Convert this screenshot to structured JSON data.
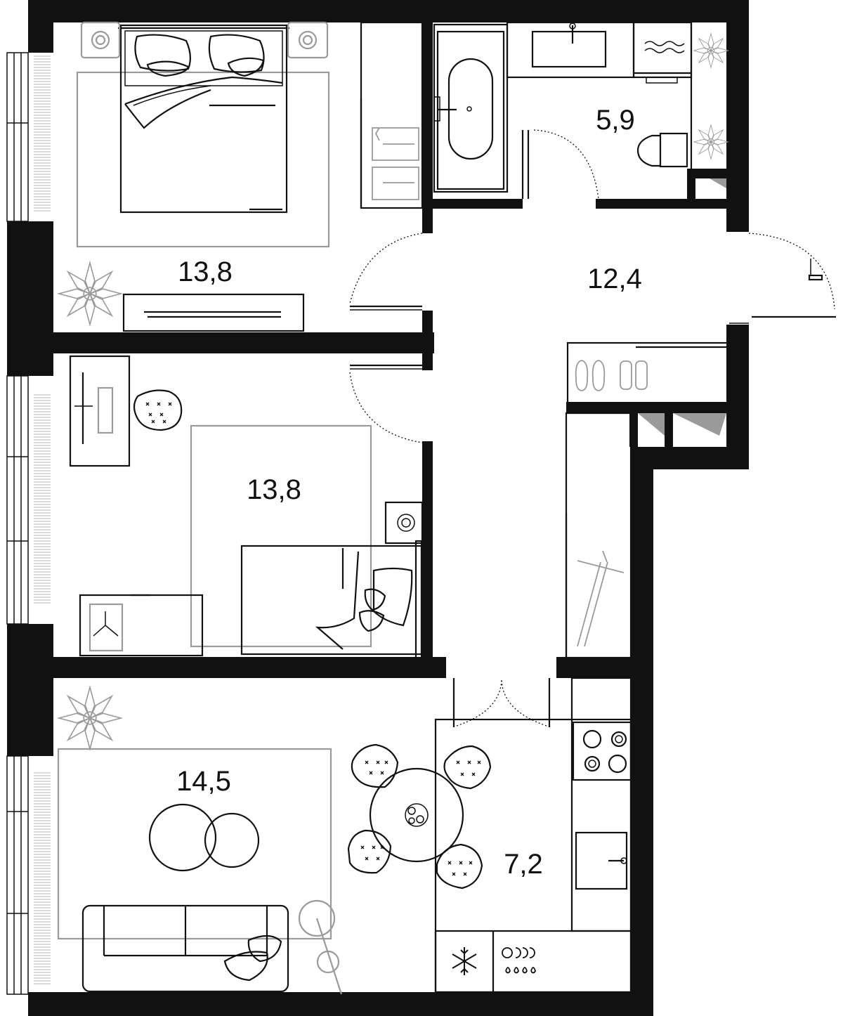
{
  "rooms": [
    {
      "id": "bedroom_1",
      "area": "13,8"
    },
    {
      "id": "bedroom_2",
      "area": "13,8"
    },
    {
      "id": "living_room",
      "area": "14,5"
    },
    {
      "id": "bathroom",
      "area": "5,9"
    },
    {
      "id": "hallway",
      "area": "12,4"
    },
    {
      "id": "kitchen",
      "area": "7,2"
    }
  ],
  "icons": {
    "fridge": "snowflake-icon",
    "dishwasher": "dishwasher-icon",
    "washer": "waves-icon",
    "plant": "plant-icon"
  },
  "colors": {
    "wall": "#111111",
    "furniture": "#111111",
    "furniture_secondary": "#9a9a9a",
    "background": "#ffffff"
  }
}
